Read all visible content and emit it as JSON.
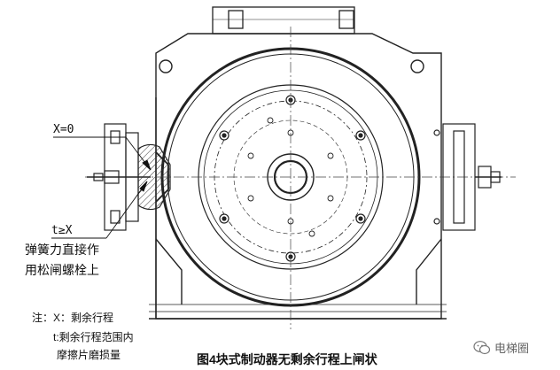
{
  "labels": {
    "x_zero": "X=0",
    "t_ge_x": "t≥X",
    "spring_line1": "弹簧力直接作",
    "spring_line2": "用松闸螺栓上"
  },
  "notes": {
    "line1": "注：X：剩余行程",
    "line2": "t:剩余行程范围内",
    "line3": "摩擦片磨损量"
  },
  "caption": "图4块式制动器无剩余行程上闸状",
  "watermark": {
    "text": "电梯圈",
    "icon": "wechat-icon"
  },
  "colors": {
    "line": "#222222",
    "centerline": "#444444",
    "hatch": "#333333"
  }
}
